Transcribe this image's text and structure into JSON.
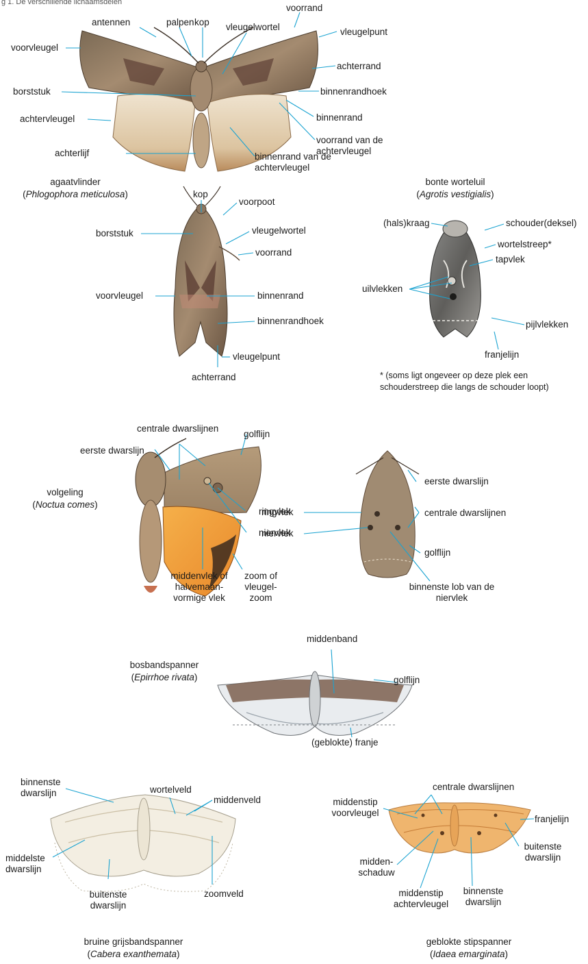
{
  "header": {
    "fragment": "g 1. De verschillende lichaamsdelen"
  },
  "colors": {
    "line": "#1aa3d1",
    "text": "#1a1a1a"
  },
  "species": {
    "agaat": {
      "name": "agaatvlinder",
      "latin": "Phlogophora meticulosa",
      "labels": {
        "antennen": "antennen",
        "palpen": "palpen",
        "kop": "kop",
        "voorrand": "voorrand",
        "vleugelwortel": "vleugelwortel",
        "vleugelpunt": "vleugelpunt",
        "voorvleugel": "voorvleugel",
        "achterrand": "achterrand",
        "borststuk": "borststuk",
        "binnenrandhoek": "binnenrandhoek",
        "achtervleugel": "achtervleugel",
        "binnenrand": "binnenrand",
        "voorrand_achter": "voorrand van de achtervleugel",
        "achterlijf": "achterlijf",
        "binnenrand_achter": "binnenrand van de achtervleugel"
      }
    },
    "agaat_rest": {
      "labels": {
        "kop": "kop",
        "voorpoot": "voorpoot",
        "borststuk": "borststuk",
        "vleugelwortel": "vleugelwortel",
        "voorrand": "voorrand",
        "voorvleugel": "voorvleugel",
        "binnenrand": "binnenrand",
        "binnenrandhoek": "binnenrandhoek",
        "vleugelpunt": "vleugelpunt",
        "achterrand": "achterrand"
      }
    },
    "bonte": {
      "name": "bonte worteluil",
      "latin": "Agrotis vestigialis",
      "labels": {
        "kraag": "(hals)kraag",
        "schouder": "schouder(deksel)",
        "wortelstreep": "wortelstreep*",
        "tapvlek": "tapvlek",
        "uilvlekken": "uilvlekken",
        "pijlvlekken": "pijlvlekken",
        "franjelijn": "franjelijn"
      },
      "footnote": [
        "* (soms ligt ongeveer op deze plek een",
        "schouderstreep die langs de schouder loopt)"
      ]
    },
    "volgeling": {
      "name": "volgeling",
      "latin": "Noctua comes",
      "labels": {
        "centrale": "centrale dwarslijnen",
        "golflijn": "golflijn",
        "eerste": "eerste dwarslijn",
        "ringvlek": "ringvlek",
        "niervlek": "niervlek",
        "middenvlek": "middenvlek of halvemaan-vormige vlek",
        "zoom": "zoom of vleugel-zoom"
      }
    },
    "volgeling_rest": {
      "labels": {
        "eerste": "eerste dwarslijn",
        "ringvlek": "ringvlek",
        "centrale": "centrale dwarslijnen",
        "niervlek": "niervlek",
        "golflijn": "golflijn",
        "binnenste_lob": "binnenste lob van de niervlek"
      }
    },
    "bosband": {
      "name": "bosbandspanner",
      "latin": "Epirrhoe rivata",
      "labels": {
        "middenband": "middenband",
        "golflijn": "golflijn",
        "franje": "(geblokte) franje"
      }
    },
    "cabera": {
      "name": "bruine grijsbandspanner",
      "latin": "Cabera exanthemata",
      "labels": {
        "binnenste": "binnenste dwarslijn",
        "wortelveld": "wortelveld",
        "middenveld": "middenveld",
        "middelste": "middelste dwarslijn",
        "buitenste": "buitenste dwarslijn",
        "zoomveld": "zoomveld"
      }
    },
    "idaea": {
      "name": "geblokte stipspanner",
      "latin": "Idaea emarginata",
      "labels": {
        "centrale": "centrale dwarslijnen",
        "middenstip_voor": "middenstip voorvleugel",
        "franjelijn": "franjelijn",
        "middenschaduw": "midden-schaduw",
        "buitenste": "buitenste dwarslijn",
        "middenstip_achter": "middenstip achtervleugel",
        "binnenste": "binnenste dwarslijn"
      }
    }
  }
}
